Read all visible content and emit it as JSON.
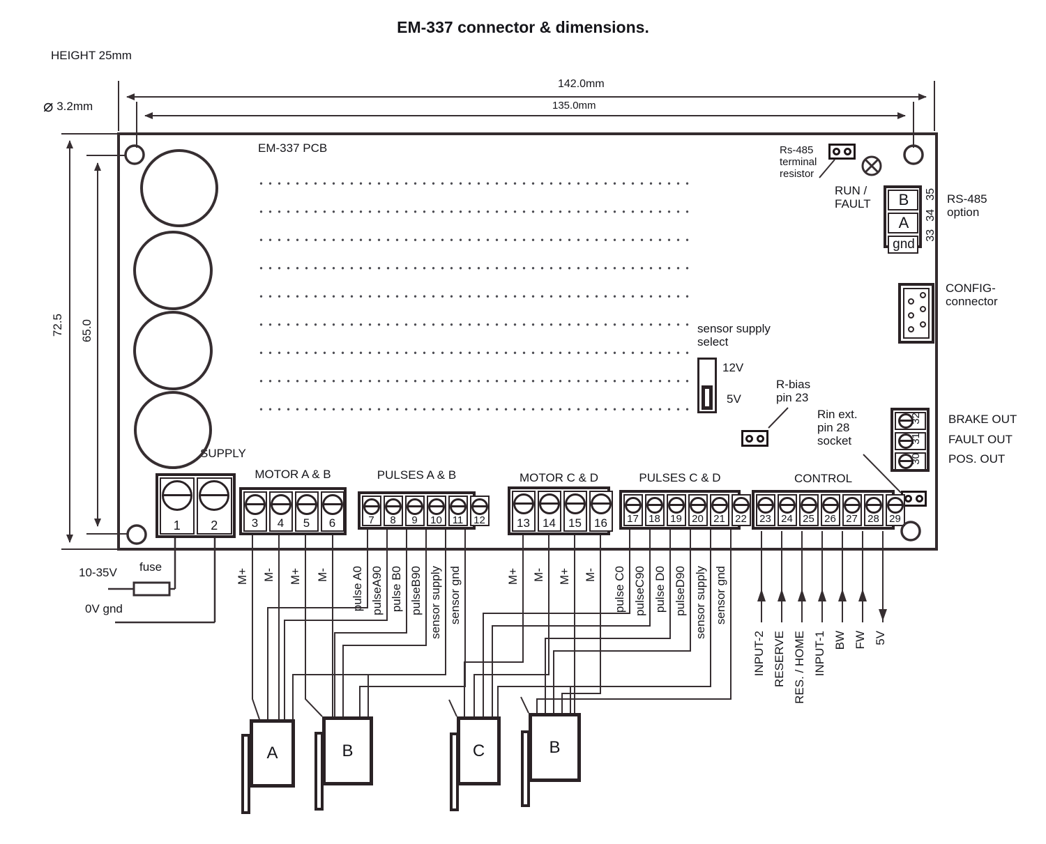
{
  "title": "EM-337 connector & dimensions.",
  "height_note": "HEIGHT 25mm",
  "hole_diameter": {
    "symbol": "⌀",
    "text": "3.2mm"
  },
  "dims": {
    "outer_width": "142.0mm",
    "inner_width": "135.0mm",
    "outer_height": "72.5",
    "inner_height": "65.0"
  },
  "pcb_label": "EM-337 PCB",
  "rs485_resistor": {
    "lines": [
      "Rs-485",
      "terminal",
      "resistor"
    ]
  },
  "run_fault": {
    "lines": [
      "RUN /",
      "FAULT"
    ]
  },
  "rs485_block": {
    "cells": [
      "B",
      "A",
      "gnd"
    ],
    "pins": [
      "35",
      "34",
      "33"
    ],
    "option_lines": [
      "RS-485",
      "option"
    ]
  },
  "config": {
    "lines": [
      "CONFIG-",
      "connector"
    ]
  },
  "sensor_select": {
    "lines": [
      "sensor supply",
      "select"
    ],
    "options": [
      "12V",
      "5V"
    ]
  },
  "r_bias": {
    "lines": [
      "R-bias",
      "pin 23"
    ]
  },
  "rin_ext": {
    "lines": [
      "Rin ext.",
      "pin 28",
      "socket"
    ]
  },
  "outputs": {
    "pins": [
      "32",
      "31",
      "30"
    ],
    "labels": [
      "BRAKE OUT",
      "FAULT OUT",
      "POS. OUT"
    ]
  },
  "terminal_blocks": [
    {
      "id": "supply",
      "label": "SUPPLY",
      "pins": [
        "1",
        "2"
      ]
    },
    {
      "id": "motor_ab",
      "label": "MOTOR A & B",
      "pins": [
        "3",
        "4",
        "5",
        "6"
      ]
    },
    {
      "id": "pulses_ab",
      "label": "PULSES A & B",
      "pins": [
        "7",
        "8",
        "9",
        "10",
        "11",
        "12"
      ]
    },
    {
      "id": "motor_cd",
      "label": "MOTOR C & D",
      "pins": [
        "13",
        "14",
        "15",
        "16"
      ]
    },
    {
      "id": "pulses_cd",
      "label": "PULSES C & D",
      "pins": [
        "17",
        "18",
        "19",
        "20",
        "21",
        "22"
      ]
    },
    {
      "id": "control",
      "label": "CONTROL",
      "pins": [
        "23",
        "24",
        "25",
        "26",
        "27",
        "28",
        "29"
      ]
    }
  ],
  "power": {
    "input": "10-35V",
    "fuse": "fuse",
    "gnd": "0V gnd"
  },
  "wire_groups": {
    "motor_ab": [
      "M+",
      "M-",
      "M+",
      "M-"
    ],
    "pulses_ab": [
      "pulse A0",
      "pulseA90",
      "pulse B0",
      "pulseB90",
      "sensor supply",
      "sensor gnd"
    ],
    "motor_cd": [
      "M+",
      "M-",
      "M+",
      "M-"
    ],
    "pulses_cd": [
      "pulse C0",
      "pulseC90",
      "pulse D0",
      "pulseD90",
      "sensor supply",
      "sensor gnd"
    ]
  },
  "control_signals": [
    "INPUT-2",
    "RESERVE",
    "RES. / HOME",
    "INPUT-1",
    "BW",
    "FW",
    "5V"
  ],
  "motor_connectors": [
    "A",
    "B",
    "C",
    "B"
  ],
  "colors": {
    "line": "#362e31",
    "text": "#15151a"
  }
}
